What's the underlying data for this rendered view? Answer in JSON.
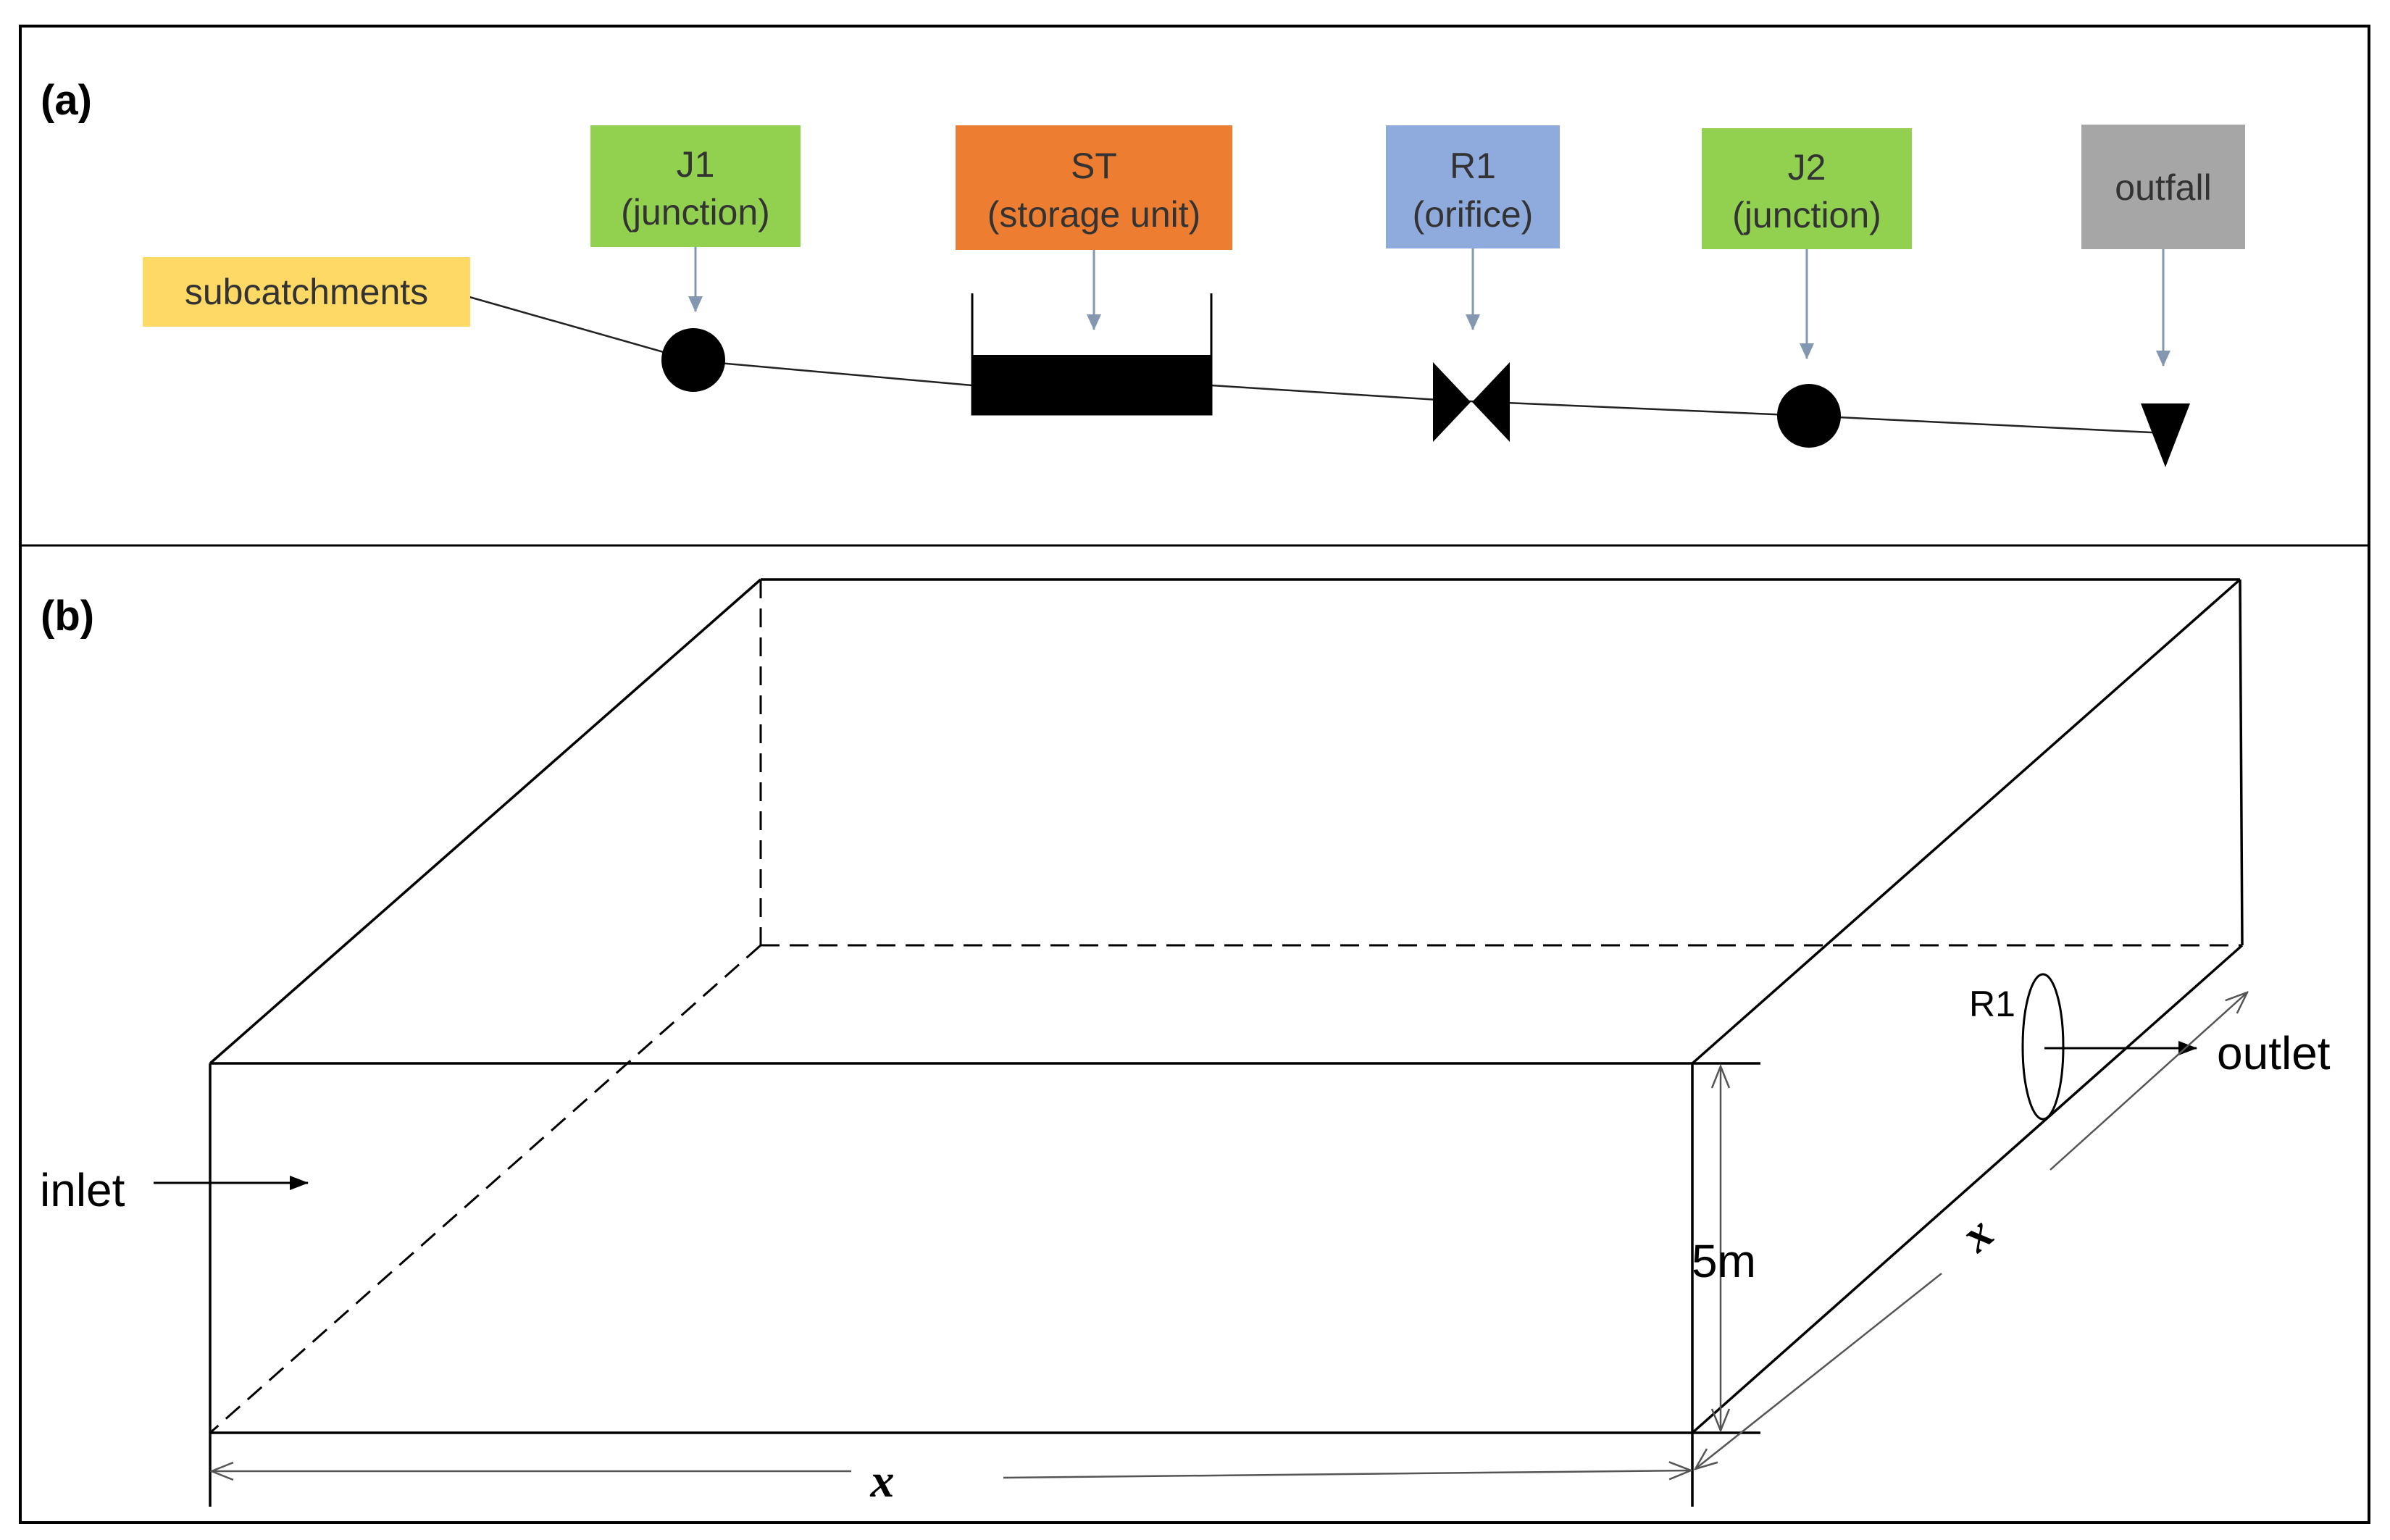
{
  "panel_a": {
    "label": "(a)",
    "nodes": [
      {
        "id": "subcatchments",
        "lines": [
          "subcatchments"
        ],
        "color": "#ffd966"
      },
      {
        "id": "J1",
        "lines": [
          "J1",
          "(junction)"
        ],
        "color": "#92d050",
        "symbol": "circle"
      },
      {
        "id": "ST",
        "lines": [
          "ST",
          "(storage unit)"
        ],
        "color": "#ed7d31",
        "symbol": "storage-unit"
      },
      {
        "id": "R1",
        "lines": [
          "R1",
          "(orifice)"
        ],
        "color": "#8faadc",
        "symbol": "bowtie"
      },
      {
        "id": "J2",
        "lines": [
          "J2",
          "(junction)"
        ],
        "color": "#92d050",
        "symbol": "circle"
      },
      {
        "id": "outfall",
        "lines": [
          "outfall"
        ],
        "color": "#a6a6a6",
        "symbol": "triangle-down"
      }
    ],
    "arrow_color": "#8497b0"
  },
  "panel_b": {
    "label": "(b)",
    "inlet_label": "inlet",
    "outlet_label": "outlet",
    "orifice_label": "R1",
    "height_label": "5m",
    "length_label": "x",
    "width_label": "x"
  }
}
